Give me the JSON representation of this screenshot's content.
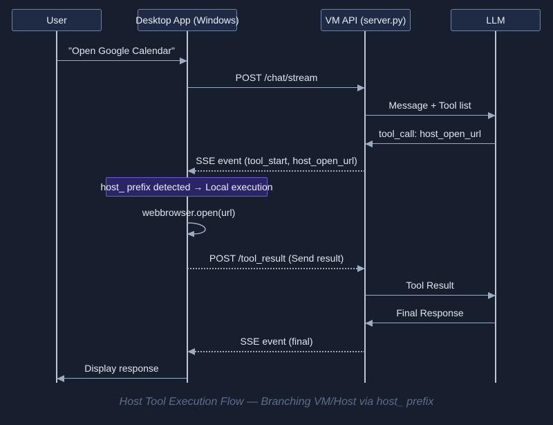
{
  "diagram": {
    "participants": [
      {
        "id": "user",
        "label": "User"
      },
      {
        "id": "desktop-app",
        "label": "Desktop App (Windows)"
      },
      {
        "id": "vm-api",
        "label": "VM API (server.py)"
      },
      {
        "id": "llm",
        "label": "LLM"
      }
    ],
    "messages": [
      {
        "label": "\"Open Google Calendar\"",
        "from": "User",
        "to": "Desktop App (Windows)",
        "style": "solid"
      },
      {
        "label": "POST /chat/stream",
        "from": "Desktop App (Windows)",
        "to": "VM API (server.py)",
        "style": "solid"
      },
      {
        "label": "Message + Tool list",
        "from": "VM API (server.py)",
        "to": "LLM",
        "style": "solid"
      },
      {
        "label": "tool_call: host_open_url",
        "from": "LLM",
        "to": "VM API (server.py)",
        "style": "solid"
      },
      {
        "label": "SSE event (tool_start, host_open_url)",
        "from": "VM API (server.py)",
        "to": "Desktop App (Windows)",
        "style": "dotted"
      },
      {
        "label": "webbrowser.open(url)",
        "from": "Desktop App (Windows)",
        "to": "Desktop App (Windows)",
        "style": "self"
      },
      {
        "label": "POST /tool_result (Send result)",
        "from": "Desktop App (Windows)",
        "to": "VM API (server.py)",
        "style": "dotted"
      },
      {
        "label": "Tool Result",
        "from": "VM API (server.py)",
        "to": "LLM",
        "style": "solid"
      },
      {
        "label": "Final Response",
        "from": "LLM",
        "to": "VM API (server.py)",
        "style": "solid"
      },
      {
        "label": "SSE event (final)",
        "from": "VM API (server.py)",
        "to": "Desktop App (Windows)",
        "style": "dotted"
      },
      {
        "label": "Display response",
        "from": "Desktop App (Windows)",
        "to": "User",
        "style": "solid"
      }
    ],
    "note": {
      "label": "host_ prefix detected → Local execution",
      "over": "Desktop App (Windows)"
    },
    "caption": "Host Tool Execution Flow — Branching VM/Host via host_ prefix"
  },
  "colors": {
    "bg": "#171e2d",
    "box_fill": "#1f2a44",
    "box_border": "#7081a8",
    "box_text": "#e9edf5",
    "lifeline": "#c0c8d6",
    "arrow": "#9dabc2",
    "msg_text": "#dfe5ef",
    "note_fill": "#2b2466",
    "note_border": "#6c5dd3",
    "note_text": "#eceafe",
    "caption": "#5e6d8c"
  }
}
